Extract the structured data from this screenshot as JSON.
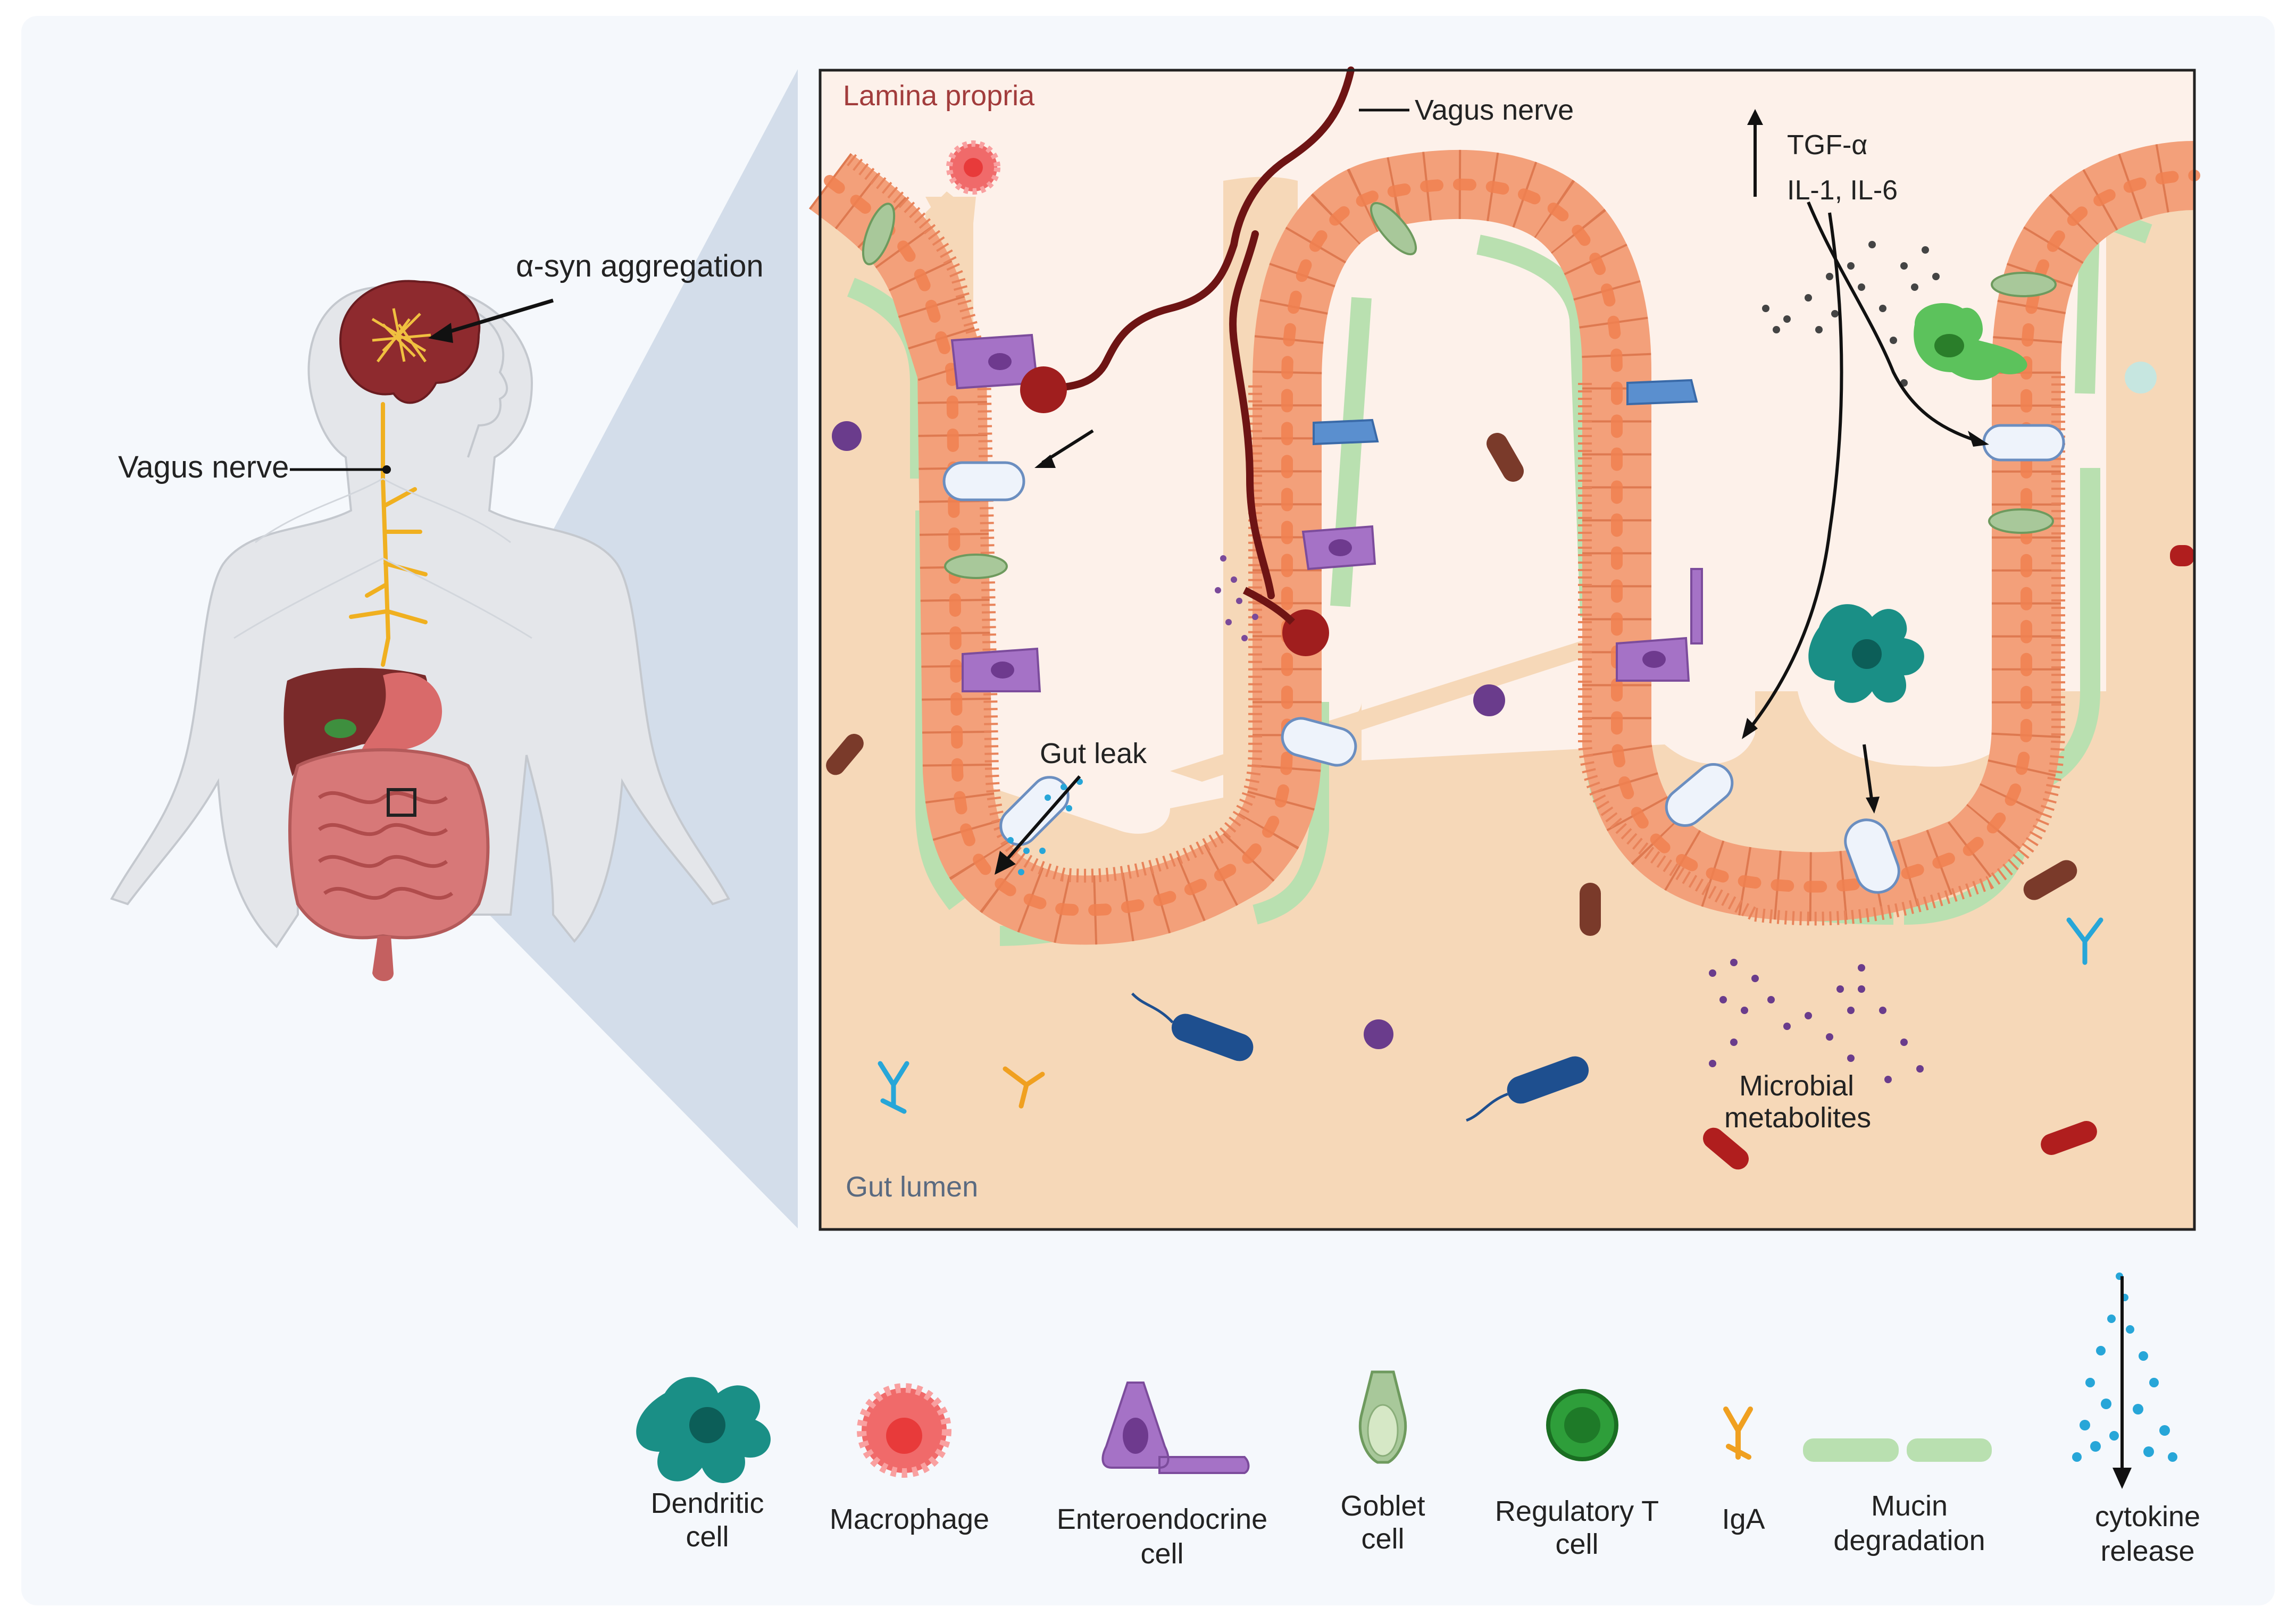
{
  "body_panel": {
    "asyn_label": "α-syn aggregation",
    "vagus_label": "Vagus nerve"
  },
  "gut_panel": {
    "lamina_label": "Lamina propria",
    "lumen_label": "Gut lumen",
    "vagus_label": "Vagus nerve",
    "tgf_label": "TGF-α",
    "il_label": "IL-1, IL-6",
    "gut_leak_label": "Gut leak",
    "metabolites_label_1": "Microbial",
    "metabolites_label_2": "metabolites"
  },
  "legend": {
    "dendritic_1": "Dendritic",
    "dendritic_2": "cell",
    "macrophage": "Macrophage",
    "entero_1": "Enteroendocrine",
    "entero_2": "cell",
    "goblet_1": "Goblet",
    "goblet_2": "cell",
    "treg_1": "Regulatory T",
    "treg_2": "cell",
    "iga": "IgA",
    "mucin_1": "Mucin",
    "mucin_2": "degradation",
    "cytokine_1": "cytokine",
    "cytokine_2": "release"
  },
  "colors": {
    "background": "#f5f8fc",
    "lumen": "#f6d8b8",
    "lamina": "#fdf1ea",
    "epithelium": "#f3a07a",
    "nucleus": "#f08050",
    "mucus": "#b9e0b0",
    "nerve": "#6e1414",
    "neuron_body": "#a01e1e",
    "dendritic": "#1a8f86",
    "macrophage": "#f06a6a",
    "enteroendocrine": "#a572c6",
    "goblet": "#a8c89a",
    "treg": "#2e9e3a",
    "iga": "#f0a020",
    "cytokine": "#27a6d8",
    "bacteria_blue": "#1e4f8f",
    "bacteria_brown": "#7a3a2a",
    "bacteria_red": "#b01e1e",
    "metabolite": "#6a3c8c",
    "yellow_nerve": "#f0b020"
  }
}
